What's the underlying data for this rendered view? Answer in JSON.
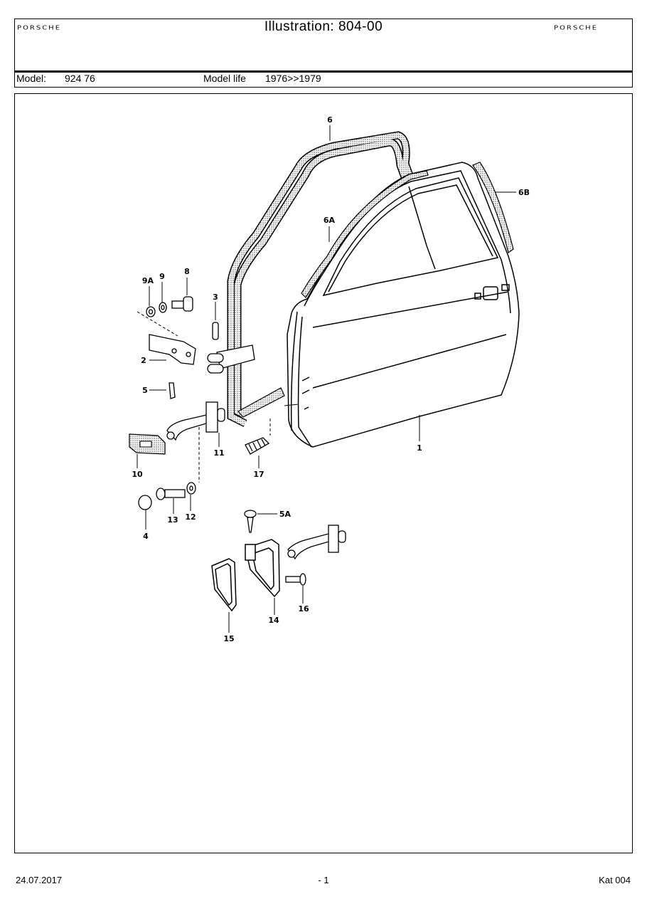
{
  "header": {
    "brand_left": "PORSCHE",
    "brand_right": "PORSCHE",
    "title": "Illustration: 804-00",
    "model_label": "Model:",
    "model_value": "924 76",
    "model_life_label": "Model life",
    "model_life_value": "1976>>1979"
  },
  "illustration": {
    "callouts": {
      "c1": "1",
      "c2": "2",
      "c3": "3",
      "c4": "4",
      "c5": "5",
      "c5a": "5A",
      "c6": "6",
      "c6a": "6A",
      "c6b": "6B",
      "c8": "8",
      "c9": "9",
      "c9a": "9A",
      "c10": "10",
      "c11": "11",
      "c12": "12",
      "c13": "13",
      "c14": "14",
      "c15": "15",
      "c16": "16",
      "c17": "17"
    }
  },
  "footer": {
    "date": "24.07.2017",
    "page": "- 1",
    "catalog": "Kat 004"
  }
}
